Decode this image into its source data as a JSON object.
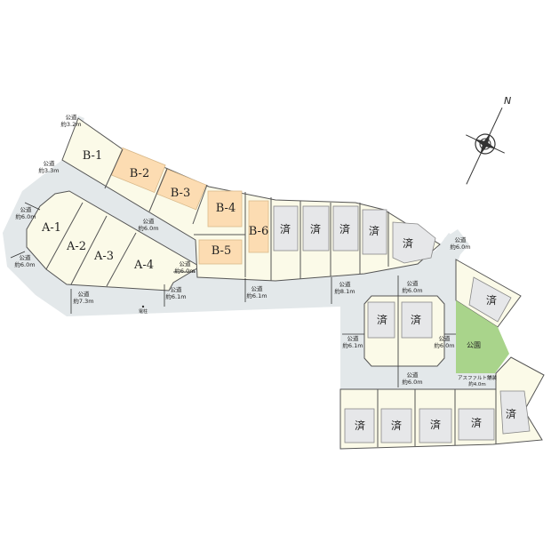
{
  "lots": {
    "A": [
      "A-1",
      "A-2",
      "A-3",
      "A-4"
    ],
    "B": [
      "B-1",
      "B-2",
      "B-3",
      "B-4",
      "B-5",
      "B-6"
    ],
    "sold_label": "済"
  },
  "park_label": "公園",
  "pole_label": "電柱",
  "roads": [
    {
      "name": "公道",
      "width": "約3.2m"
    },
    {
      "name": "公道",
      "width": "約3.3m"
    },
    {
      "name": "公道",
      "width": "約6.0m"
    },
    {
      "name": "公道",
      "width": "約6.0m"
    },
    {
      "name": "公道",
      "width": "約6.0m"
    },
    {
      "name": "公道",
      "width": "約6.0m"
    },
    {
      "name": "公道",
      "width": "約7.3m"
    },
    {
      "name": "公道",
      "width": "約6.1m"
    },
    {
      "name": "公道",
      "width": "約6.1m"
    },
    {
      "name": "公道",
      "width": "約8.1m"
    },
    {
      "name": "公道",
      "width": "約6.0m"
    },
    {
      "name": "公道",
      "width": "約6.0m"
    },
    {
      "name": "公道",
      "width": "約6.1m"
    },
    {
      "name": "公道",
      "width": "約6.0m"
    },
    {
      "name": "公道",
      "width": "約6.0m"
    }
  ],
  "asphalt": {
    "name": "アスファルト舗装",
    "width": "約4.0m"
  },
  "compass": {
    "label": "N"
  },
  "colors": {
    "road": "#e3e8ea",
    "lot": "#fbfae8",
    "available_house": "#fcdcb2",
    "sold_house": "#e6e7e9",
    "park": "#a9d48b"
  }
}
